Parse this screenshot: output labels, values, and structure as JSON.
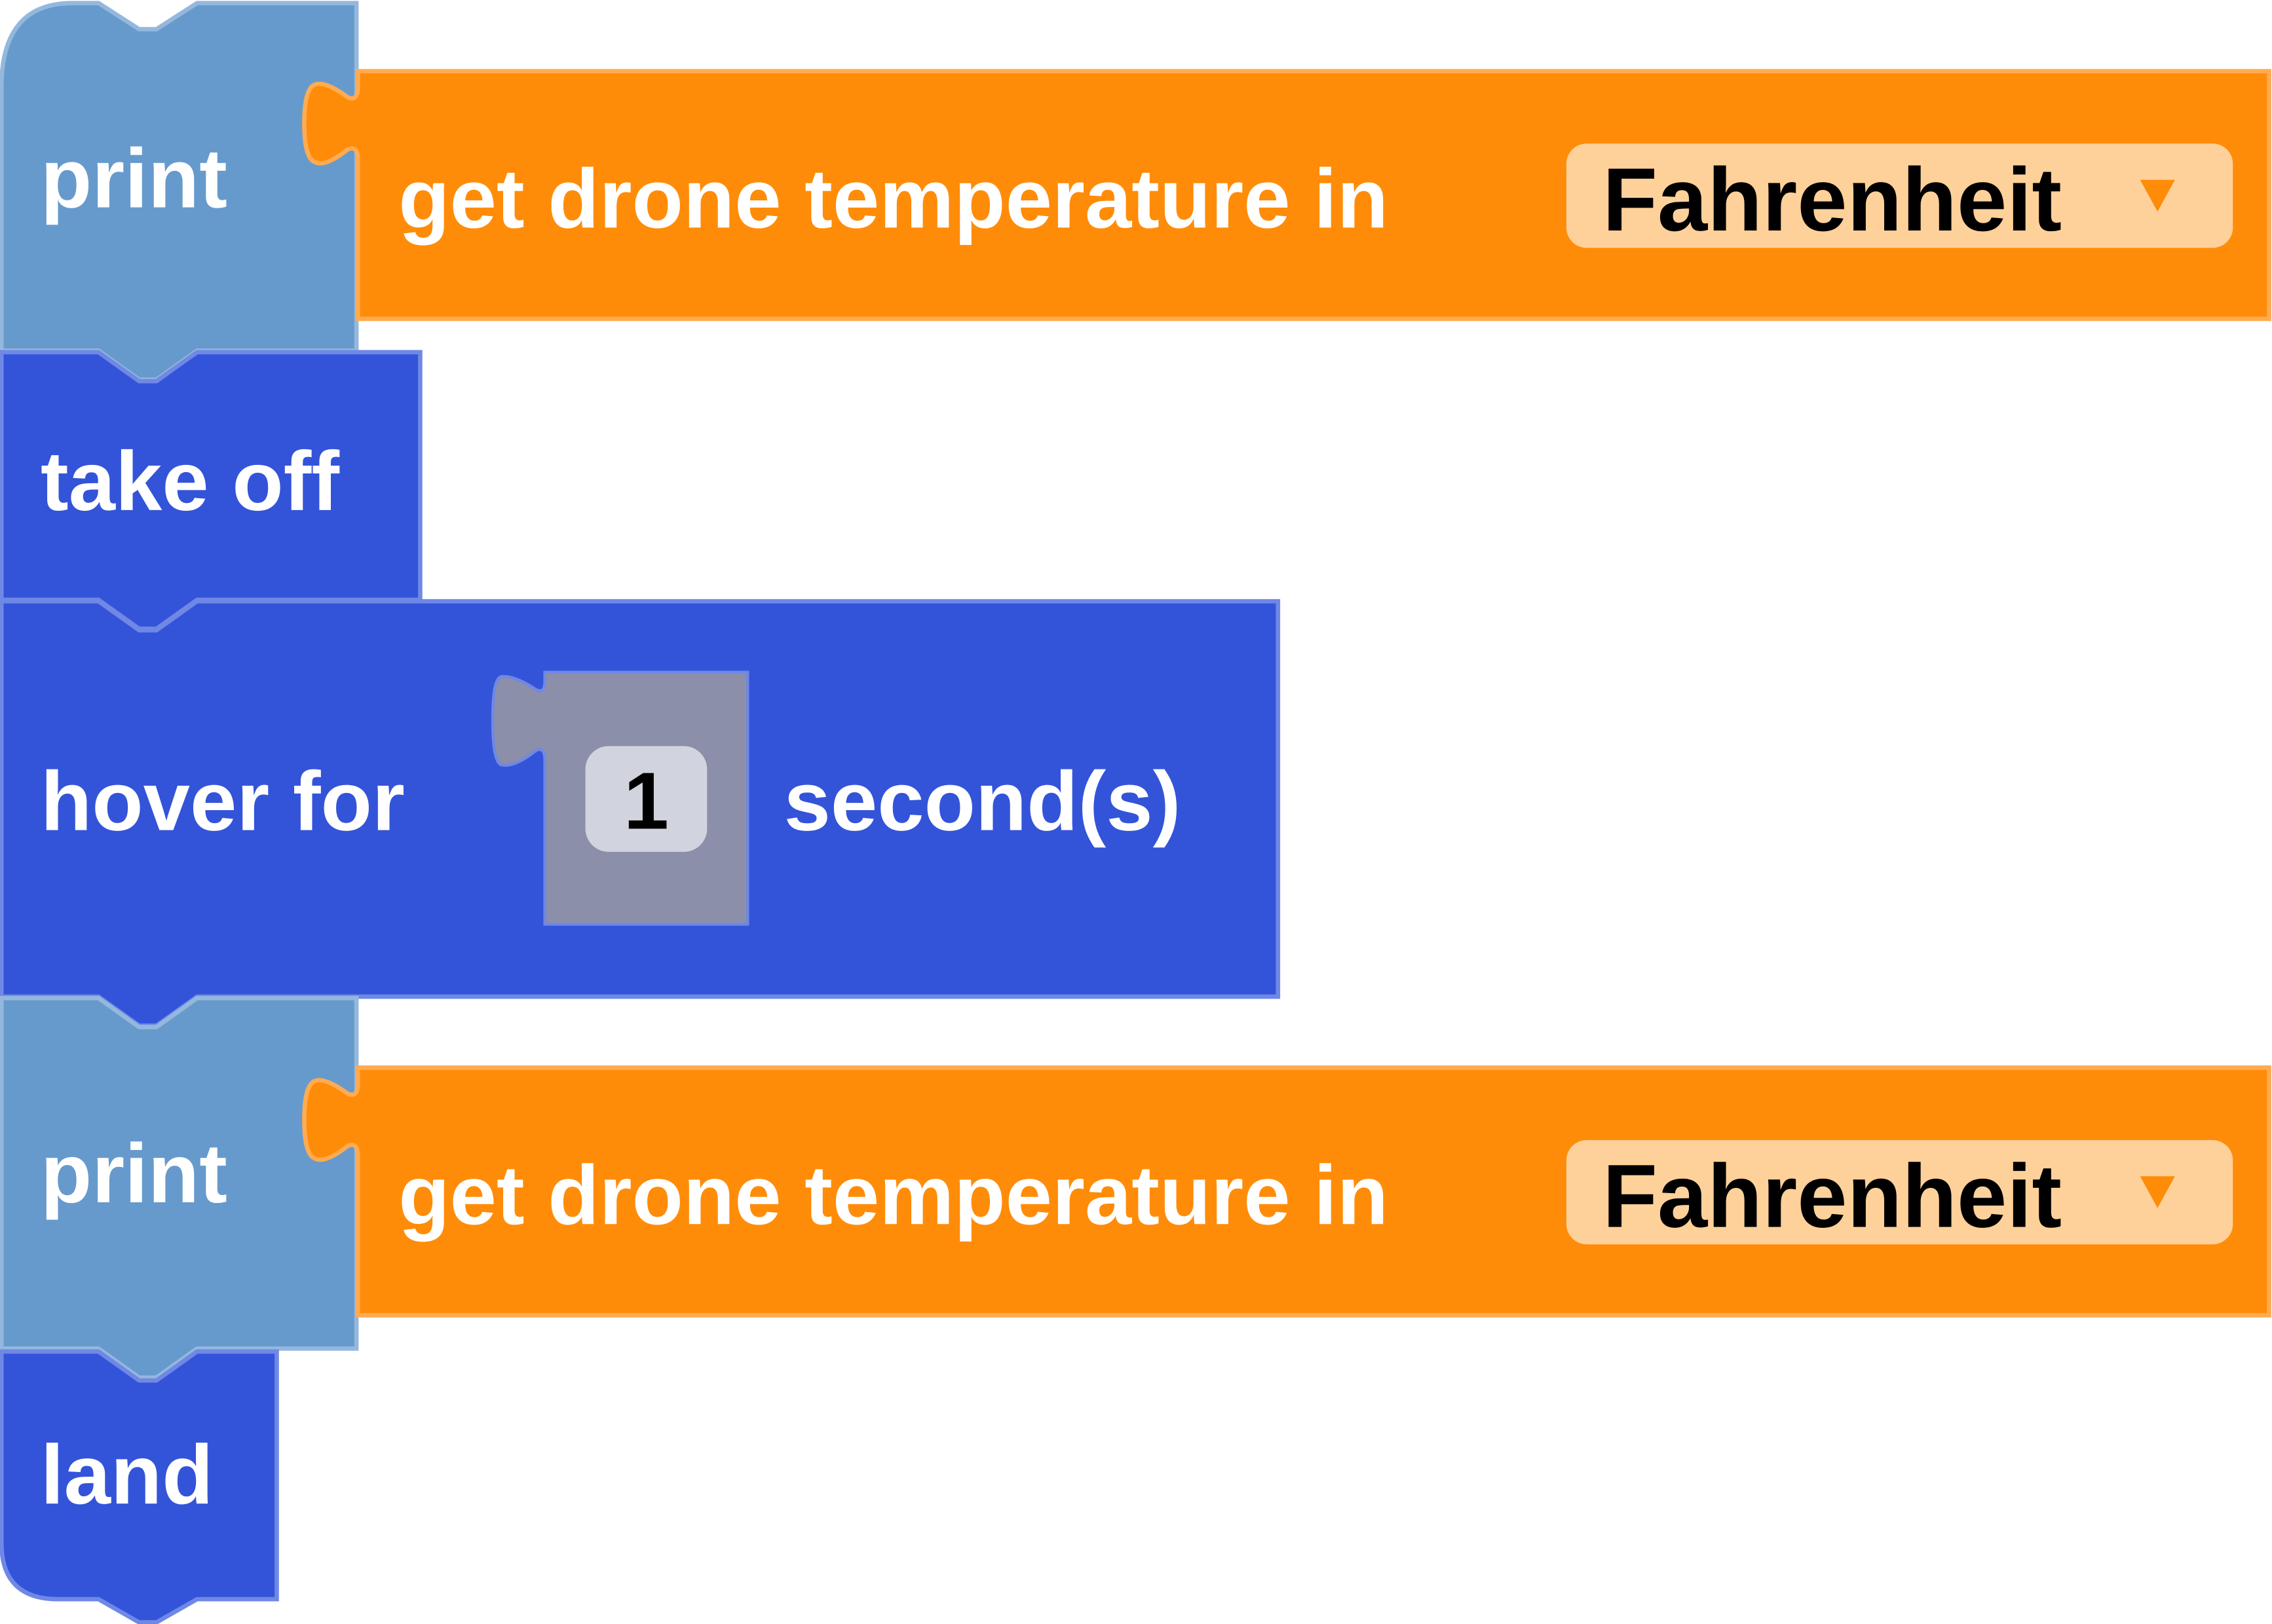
{
  "workspace": {
    "blocks": [
      {
        "id": "print-1",
        "label": "print",
        "input": {
          "label": "get drone temperature in",
          "dropdown": {
            "value": "Fahrenheit",
            "icon": "dropdown-arrow-icon"
          }
        }
      },
      {
        "id": "take-off",
        "label": "take off"
      },
      {
        "id": "hover",
        "label_before": "hover for",
        "value": "1",
        "label_after": "second(s)"
      },
      {
        "id": "print-2",
        "label": "print",
        "input": {
          "label": "get drone temperature in",
          "dropdown": {
            "value": "Fahrenheit",
            "icon": "dropdown-arrow-icon"
          }
        }
      },
      {
        "id": "land",
        "label": "land"
      }
    ]
  },
  "colors": {
    "print_block": "#679ACC",
    "print_border": "#94B8DD",
    "drone_block": "#3354D9",
    "drone_border": "#7088E5",
    "sensor_block": "#FF8C08",
    "sensor_border": "#FFAB52",
    "dropdown_bg": "#FFD19A",
    "dropdown_arrow": "#FF8C08",
    "number_slot": "#8B8FA9",
    "number_field": "#D1D4DE"
  }
}
